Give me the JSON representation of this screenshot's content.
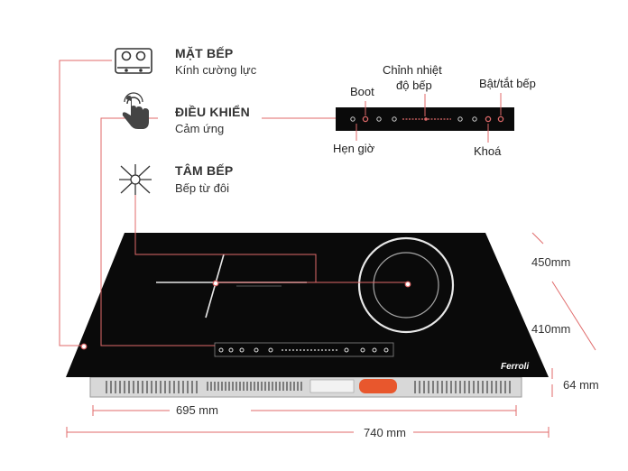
{
  "features": [
    {
      "title": "MẶT BẾP",
      "subtitle": "Kính cường lực",
      "icon": "stove-top-icon"
    },
    {
      "title": "ĐIỀU KHIỂN",
      "subtitle": "Cảm ứng",
      "icon": "touch-hand-icon"
    },
    {
      "title": "TÂM BẾP",
      "subtitle": "Bếp từ đôi",
      "icon": "induction-coil-icon"
    }
  ],
  "control_panel": {
    "labels": {
      "boot": "Boot",
      "temperature": "Chỉnh nhiệt",
      "temperature_line2": "độ bếp",
      "power": "Bật/tắt bếp",
      "timer": "Hẹn giờ",
      "lock": "Khoá"
    }
  },
  "dimensions": {
    "depth_glass": "450mm",
    "depth_cutout": "410mm",
    "height": "64 mm",
    "width_cutout": "695 mm",
    "width_glass": "740 mm"
  },
  "brand": "Ferroli",
  "colors": {
    "accent_line": "#e06a6a",
    "glass": "#0a0a0a"
  }
}
